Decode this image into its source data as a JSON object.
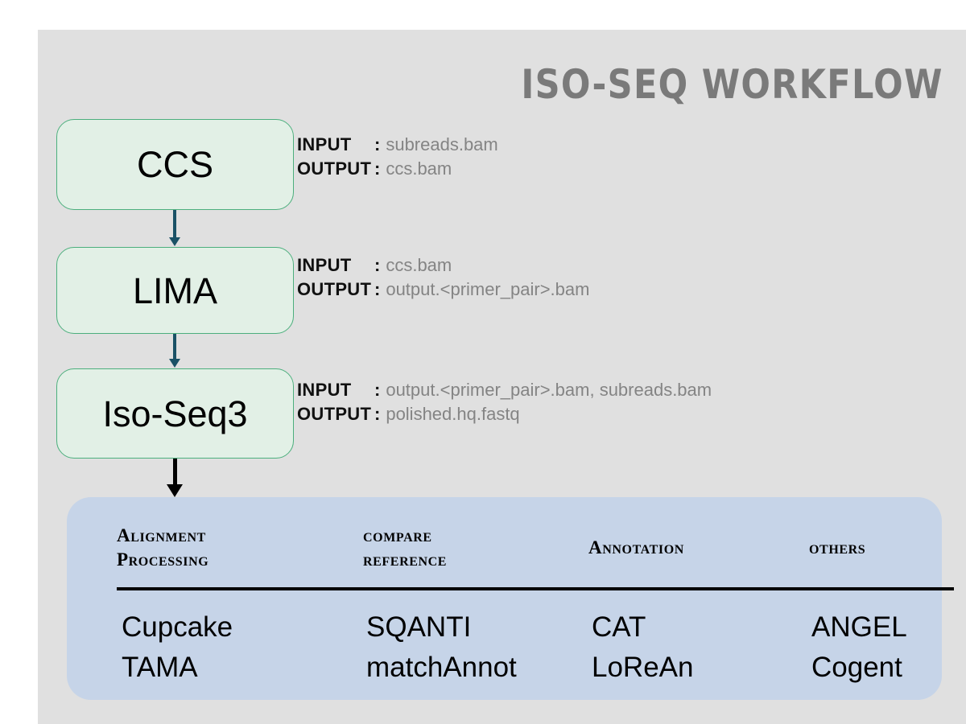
{
  "slide": {
    "title": "ISO-SEQ WORKFLOW",
    "background_color": "#e0e0e0",
    "title_color": "#7a7a7a"
  },
  "workflow": {
    "box_fill_color": "#e2f0e6",
    "box_border_color": "#4caf7d",
    "arrow_color_primary": "#1a5166",
    "arrow_color_final": "#000000",
    "steps": [
      {
        "name": "CCS",
        "input_label": "INPUT",
        "output_label": "OUTPUT",
        "colon": ":",
        "input_value": "subreads.bam",
        "output_value": "ccs.bam"
      },
      {
        "name": "LIMA",
        "input_label": "INPUT",
        "output_label": "OUTPUT",
        "colon": ":",
        "input_value": "ccs.bam",
        "output_value": "output.<primer_pair>.bam"
      },
      {
        "name": "Iso-Seq3",
        "input_label": "INPUT",
        "output_label": "OUTPUT",
        "colon": ":",
        "input_value": "output.<primer_pair>.bam, subreads.bam",
        "output_value": "polished.hq.fastq"
      }
    ]
  },
  "tools_table": {
    "panel_color": "#c6d4e8",
    "headers": [
      "Alignment\nProcessing",
      "compare\nreference",
      "Annotation",
      "others"
    ],
    "rows": [
      [
        "Cupcake",
        "SQANTI",
        "CAT",
        "ANGEL"
      ],
      [
        "TAMA",
        "matchAnnot",
        "LoReAn",
        "Cogent"
      ]
    ]
  }
}
